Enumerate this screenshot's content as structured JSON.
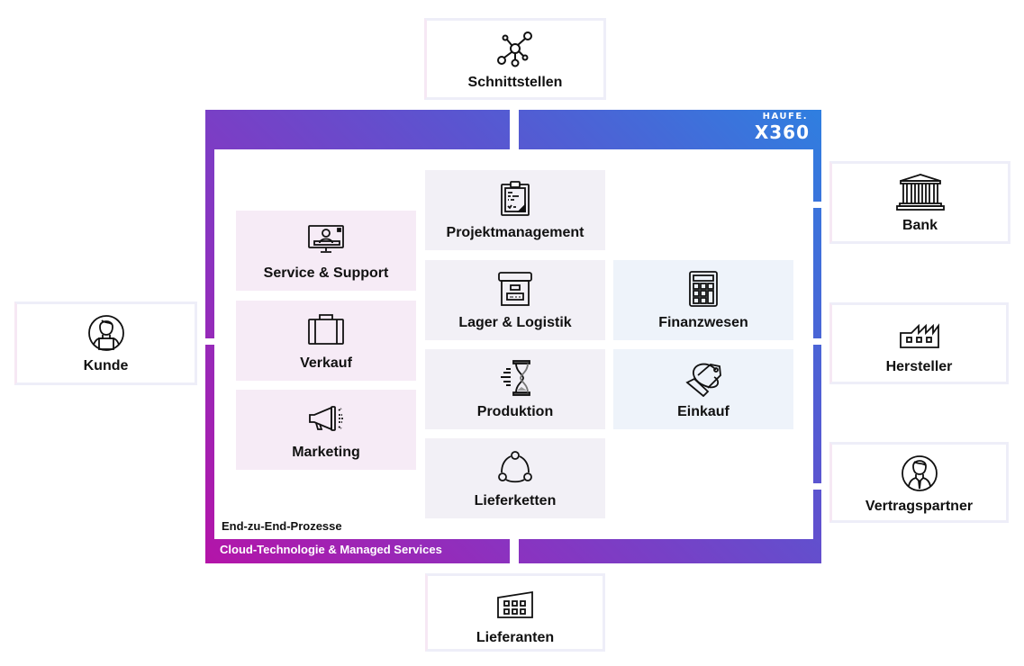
{
  "brand": {
    "line1": "HAUFE.",
    "line2": "X360"
  },
  "frame": {
    "inner_label": "End-zu-End-Prozesse",
    "outer_label": "Cloud-Technologie & Managed Services",
    "gradient_colors": [
      "#2f7fe0",
      "#5a55d0",
      "#8a33c0",
      "#b414a8"
    ]
  },
  "modules": [
    {
      "label": "Service & Support",
      "icon": "monitor-person-icon",
      "group": "pink"
    },
    {
      "label": "Verkauf",
      "icon": "briefcase-icon",
      "group": "pink"
    },
    {
      "label": "Marketing",
      "icon": "megaphone-icon",
      "group": "pink"
    },
    {
      "label": "Projektmanagement",
      "icon": "clipboard-icon",
      "group": "grey"
    },
    {
      "label": "Lager & Logistik",
      "icon": "archive-box-icon",
      "group": "grey"
    },
    {
      "label": "Produktion",
      "icon": "hourglass-icon",
      "group": "grey"
    },
    {
      "label": "Lieferketten",
      "icon": "cycle-nodes-icon",
      "group": "grey"
    },
    {
      "label": "Finanzwesen",
      "icon": "calculator-icon",
      "group": "blue"
    },
    {
      "label": "Einkauf",
      "icon": "price-tag-icon",
      "group": "blue"
    }
  ],
  "partners": [
    {
      "label": "Schnittstellen",
      "icon": "network-nodes-icon"
    },
    {
      "label": "Kunde",
      "icon": "customer-avatar-icon"
    },
    {
      "label": "Bank",
      "icon": "bank-building-icon"
    },
    {
      "label": "Hersteller",
      "icon": "factory-icon"
    },
    {
      "label": "Vertragspartner",
      "icon": "business-partner-icon"
    },
    {
      "label": "Lieferanten",
      "icon": "supplier-building-icon"
    }
  ],
  "colors": {
    "pink_tile": "#f6ebf6",
    "grey_tile": "#f2f0f6",
    "blue_tile": "#eef3fa"
  }
}
